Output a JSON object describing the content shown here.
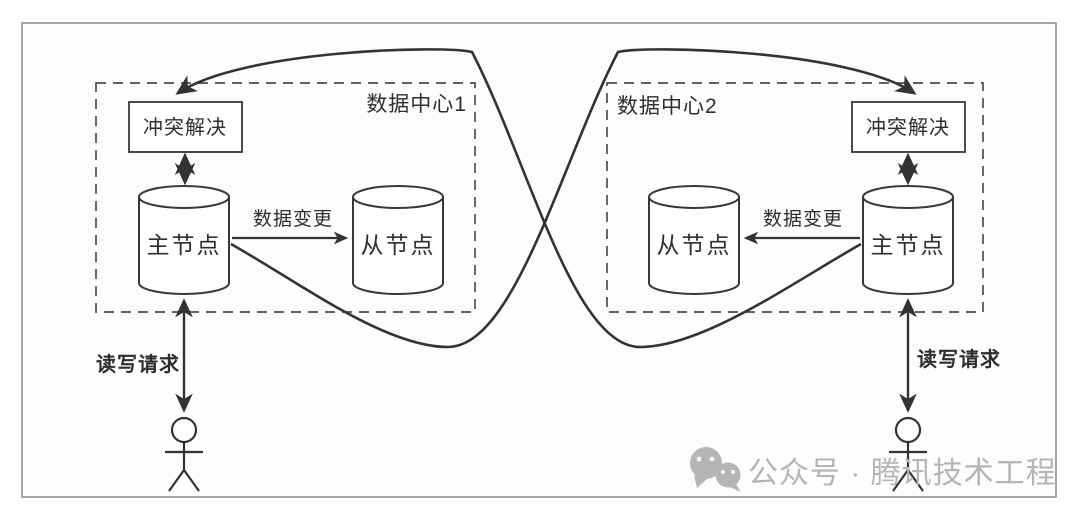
{
  "datacenter1": {
    "title": "数据中心1",
    "conflict_box": "冲突解决",
    "leader": "主节点",
    "follower": "从节点",
    "replication_label": "数据变更",
    "client_label": "读写请求"
  },
  "datacenter2": {
    "title": "数据中心2",
    "conflict_box": "冲突解决",
    "leader": "主节点",
    "follower": "从节点",
    "replication_label": "数据变更",
    "client_label": "读写请求"
  },
  "watermark": {
    "label": "公众号 · 腾讯技术工程",
    "icon": "wechat-icon"
  },
  "colors": {
    "line": "#333333",
    "dashed_border": "#4d4d4d",
    "frame_border": "#8f8f8f",
    "watermark_gray": "#b5b5b5",
    "background": "#ffffff"
  }
}
